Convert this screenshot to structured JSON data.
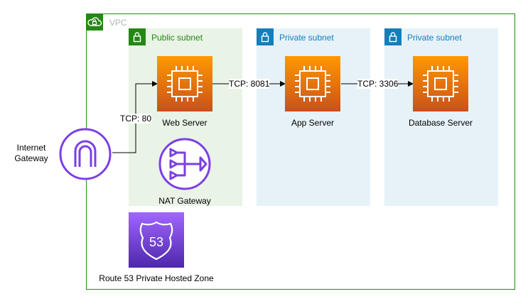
{
  "vpc": {
    "label": "VPC"
  },
  "subnets": [
    {
      "label": "Public subnet",
      "color": "#248814",
      "bg": "#e9f3e6"
    },
    {
      "label": "Private subnet",
      "color": "#147eba",
      "bg": "#e6f2f8"
    },
    {
      "label": "Private subnet",
      "color": "#147eba",
      "bg": "#e6f2f8"
    }
  ],
  "nodes": {
    "internet_gateway": "Internet\nGateway",
    "web_server": "Web Server",
    "app_server": "App Server",
    "database_server": "Database Server",
    "nat_gateway": "NAT Gateway",
    "route53": "Route 53 Private Hosted Zone"
  },
  "edges": {
    "igw_to_web": "TCP: 80",
    "web_to_app": "TCP: 8081",
    "app_to_db": "TCP: 3306"
  },
  "colors": {
    "ec2_top": "#ff9900",
    "ec2_bottom": "#c8511b",
    "purple": "#7b3fe4",
    "route53_top": "#a166ff",
    "route53_bottom": "#4d27aa"
  },
  "icons": [
    "cloud-lock-icon",
    "lock-icon",
    "ec2-chip-icon",
    "internet-gateway-icon",
    "nat-gateway-icon",
    "route53-shield-icon"
  ]
}
